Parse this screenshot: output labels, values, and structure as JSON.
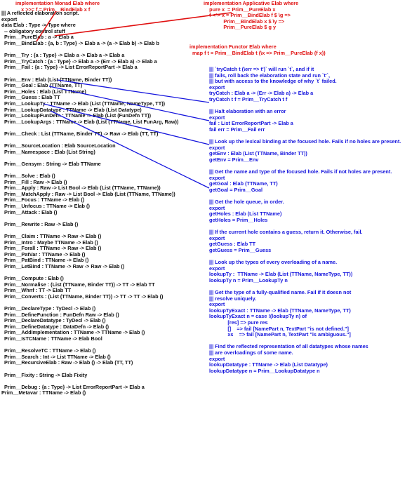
{
  "implementation_monad": [
    "implementation Monad Elab where",
    "    x >>= f = Prim__BindElab x f"
  ],
  "implementation_applicative": [
    "implementation Applicative Elab where",
    "    pure x  = Prim__PureElab x",
    "    f <*> x = Prim__BindElab f $ \\g =>",
    "              Prim__BindElab x $ \\y =>",
    "              Prim__PureElab $ g y"
  ],
  "implementation_functor": [
    "implementation Functor Elab where",
    "  map f t = Prim__BindElab t (\\x => Prim__PureElab (f x))"
  ],
  "left_code": [
    "||| A reflected elaboration script.",
    "export",
    "data Elab : Type -> Type where",
    "  -- obligatory control stuff",
    "  Prim__PureElab : a -> Elab a",
    "  Prim__BindElab : {a, b : Type} -> Elab a -> (a -> Elab b) -> Elab b",
    "",
    "  Prim__Try : {a : Type} -> Elab a -> Elab a -> Elab a",
    "  Prim__TryCatch : {a : Type} -> Elab a -> (Err -> Elab a) -> Elab a",
    "  Prim__Fail : {a : Type} -> List ErrorReportPart -> Elab a",
    "",
    "  Prim__Env : Elab (List (TTName, Binder TT))",
    "  Prim__Goal : Elab (TTName, TT)",
    "  Prim__Holes : Elab (List TTName)",
    "  Prim__Guess : Elab TT",
    "  Prim__LookupTy : TTName -> Elab (List (TTName, NameType, TT))",
    "  Prim__LookupDatatype : TTName -> Elab (List Datatype)",
    "  Prim__LookupFunDefn : TTName -> Elab (List (FunDefn TT))",
    "  Prim__LookupArgs : TTName -> Elab (List (TTName, List FunArg, Raw))",
    "",
    "  Prim__Check : List (TTName, Binder TT) -> Raw -> Elab (TT, TT)",
    "",
    "  Prim__SourceLocation : Elab SourceLocation",
    "  Prim__Namespace : Elab (List String)",
    "",
    "  Prim__Gensym : String -> Elab TTName",
    "",
    "  Prim__Solve : Elab ()",
    "  Prim__Fill : Raw -> Elab ()",
    "  Prim__Apply : Raw -> List Bool -> Elab (List (TTName, TTName))",
    "  Prim__MatchApply : Raw -> List Bool -> Elab (List (TTName, TTName))",
    "  Prim__Focus : TTName -> Elab ()",
    "  Prim__Unfocus : TTName -> Elab ()",
    "  Prim__Attack : Elab ()",
    "",
    "  Prim__Rewrite : Raw -> Elab ()",
    "",
    "  Prim__Claim : TTName -> Raw -> Elab ()",
    "  Prim__Intro : Maybe TTName -> Elab ()",
    "  Prim__Forall : TTName -> Raw -> Elab ()",
    "  Prim__PatVar : TTName -> Elab ()",
    "  Prim__PatBind : TTName -> Elab ()",
    "  Prim__LetBind : TTName -> Raw -> Raw -> Elab ()",
    "",
    "  Prim__Compute : Elab ()",
    "  Prim__Normalise : (List (TTName, Binder TT)) -> TT -> Elab TT",
    "  Prim__Whnf : TT -> Elab TT",
    "  Prim__Converts : (List (TTName, Binder TT)) -> TT -> TT -> Elab ()",
    "",
    "  Prim__DeclareType : TyDecl -> Elab ()",
    "  Prim__DefineFunction : FunDefn Raw -> Elab ()",
    "  Prim__DeclareDatatype : TyDecl -> Elab ()",
    "  Prim__DefineDatatype : DataDefn -> Elab ()",
    "  Prim__AddImplementation : TTName -> TTName -> Elab ()",
    "  Prim__IsTCName : TTName -> Elab Bool",
    "",
    "  Prim__ResolveTC : TTName -> Elab ()",
    "  Prim__Search : Int -> List TTName -> Elab ()",
    "  Prim__RecursiveElab : Raw -> Elab () -> Elab (TT, TT)",
    "",
    "  Prim__Fixity : String -> Elab Fixity",
    "",
    "  Prim__Debug : {a : Type} -> List ErrorReportPart -> Elab a",
    "Prim__Metavar : TTName -> Elab ()"
  ],
  "right_code": [
    "||| `tryCatch t (\\err => t')` will run `t`, and if it",
    "||| fails, roll back the elaboration state and run `t'`,",
    "||| but with access to the knowledge of why `t` failed.",
    "export",
    "tryCatch : Elab a -> (Err -> Elab a) -> Elab a",
    "tryCatch t f = Prim__TryCatch t f",
    "",
    "||| Halt elaboration with an error",
    "export",
    "fail : List ErrorReportPart -> Elab a",
    "fail err = Prim__Fail err",
    "",
    "||| Look up the lexical binding at the focused hole. Fails if no holes are present.",
    "export",
    "getEnv : Elab (List (TTName, Binder TT))",
    "getEnv = Prim__Env",
    "",
    "||| Get the name and type of the focused hole. Fails if not holes are present.",
    "export",
    "getGoal : Elab (TTName, TT)",
    "getGoal = Prim__Goal",
    "",
    "||| Get the hole queue, in order.",
    "export",
    "getHoles : Elab (List TTName)",
    "getHoles = Prim__Holes",
    "",
    "||| If the current hole contains a guess, return it. Otherwise, fail.",
    "export",
    "getGuess : Elab TT",
    "getGuess = Prim__Guess",
    "",
    "||| Look up the types of every overloading of a name.",
    "export",
    "lookupTy :  TTName -> Elab (List (TTName, NameType, TT))",
    "lookupTy n = Prim__LookupTy n",
    "",
    "||| Get the type of a fully-qualified name. Fail if it doesn not",
    "||| resolve uniquely.",
    "export",
    "lookupTyExact : TTName -> Elab (TTName, NameType, TT)",
    "lookupTyExact n = case !(lookupTy n) of",
    "             [res] => pure res",
    "             []    => fail [NamePart n, TextPart \"is not defined.\"]",
    "             xs    => fail [NamePart n, TextPart \"is ambiguous.\"]",
    "",
    "||| Find the reflected representation of all datatypes whose names",
    "||| are overloadings of some name.",
    "export",
    "lookupDatatype : TTName -> Elab (List Datatype)",
    "lookupDatatype n = Prim__LookupDatatype n"
  ]
}
